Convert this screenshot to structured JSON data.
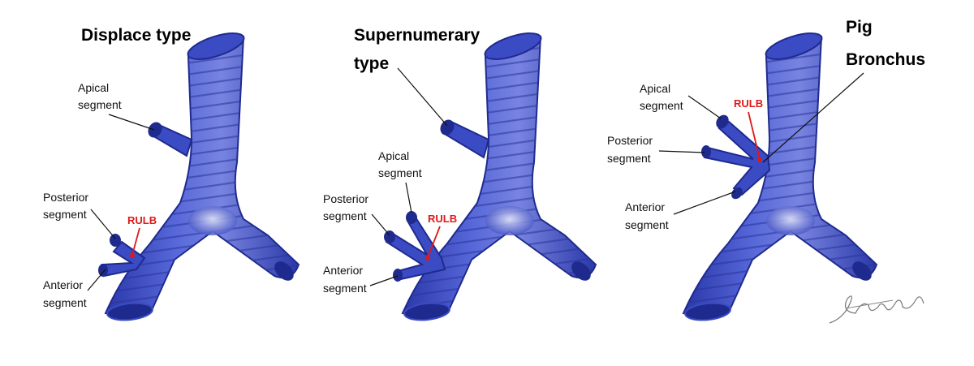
{
  "colors": {
    "airway": "#3a4bc4",
    "airway_dark": "#1f2a8e",
    "airway_light": "#cdd2f0",
    "rulb": "#e01818"
  },
  "panels": [
    {
      "title_lines": [
        "Displace type"
      ],
      "labels": {
        "apical": [
          "Apical",
          "segment"
        ],
        "posterior": [
          "Posterior",
          "segment"
        ],
        "anterior": [
          "Anterior",
          "segment"
        ],
        "rulb": "RULB"
      }
    },
    {
      "title_lines": [
        "Supernumerary",
        "type"
      ],
      "labels": {
        "apical": [
          "Apical",
          "segment"
        ],
        "posterior": [
          "Posterior",
          "segment"
        ],
        "anterior": [
          "Anterior",
          "segment"
        ],
        "rulb": "RULB"
      }
    },
    {
      "title_lines": [
        "Pig",
        "Bronchus"
      ],
      "labels": {
        "apical": [
          "Apical",
          "segment"
        ],
        "posterior": [
          "Posterior",
          "segment"
        ],
        "anterior": [
          "Anterior",
          "segment"
        ],
        "rulb": "RULB"
      }
    }
  ],
  "signature": "signature"
}
